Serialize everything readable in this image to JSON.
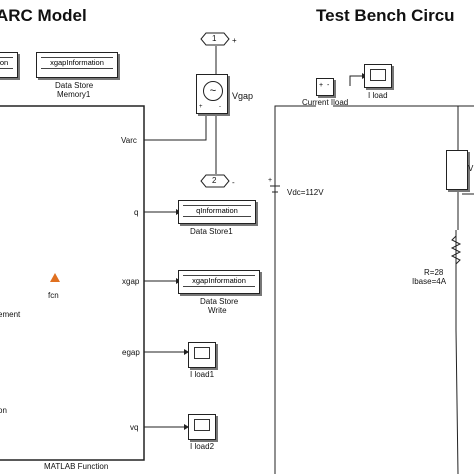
{
  "titles": {
    "left": "ARC Model",
    "right": "Test Bench Circu"
  },
  "blocks": {
    "ds_left_partial": {
      "text": "on"
    },
    "ds_xgap_top": {
      "text": "xgapInformation",
      "caption_line1": "Data Store",
      "caption_line2": "Memory1"
    },
    "ds_q": {
      "text": "qInformation",
      "caption": "Data Store1"
    },
    "ds_xgap_write": {
      "text": "xgapInformation",
      "caption_line1": "Data Store",
      "caption_line2": "Write"
    },
    "vgap_sensor": {
      "label": "Vgap",
      "plus": "+",
      "minus": "-"
    },
    "port1": {
      "number": "1",
      "sign": "+"
    },
    "port2": {
      "number": "2",
      "sign": "-"
    },
    "current_sensor": {
      "caption": "Current Iload",
      "plus": "+",
      "minus": "-"
    },
    "scope_iload": {
      "caption": "I load"
    },
    "scope_iload1": {
      "caption": "I load1"
    },
    "scope_iload2": {
      "caption": "I load2"
    },
    "dc_source": {
      "label": "Vdc=112V",
      "plus": "+"
    },
    "resistor": {
      "label_line1": "R=28",
      "label_line2": "Ibase=4A"
    },
    "voltage_sensor_partial": {
      "label": "V"
    },
    "matlab_fn": {
      "caption": "MATLAB Function",
      "fn_label": "fcn",
      "outputs": [
        "Varc",
        "q",
        "xgap",
        "egap",
        "vq"
      ],
      "partial_inputs": [
        "ement",
        "on"
      ]
    }
  },
  "colors": {
    "wire": "#222222",
    "shadow": "#777777",
    "matlab_icon": "#e07020"
  }
}
